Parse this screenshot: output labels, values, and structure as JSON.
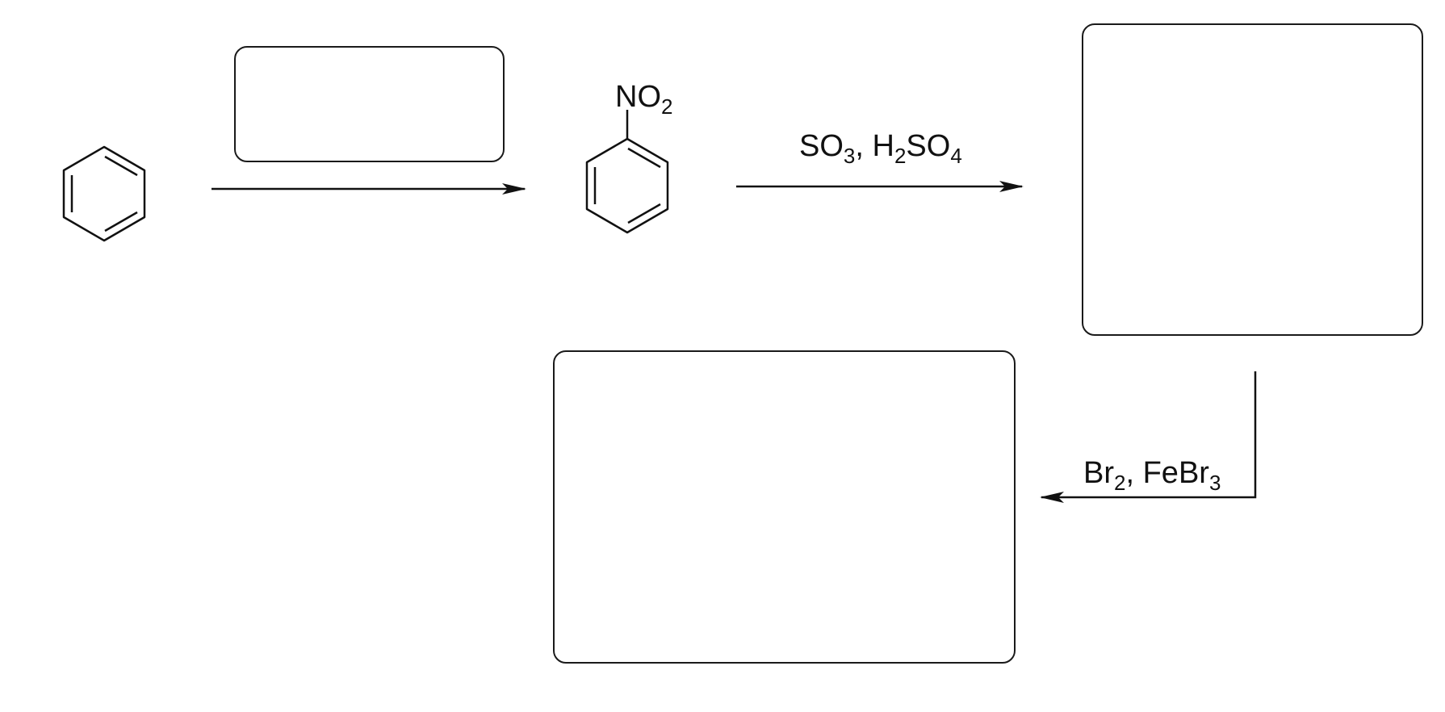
{
  "scheme": {
    "substituent_group": {
      "main": "NO",
      "sub": "2"
    },
    "step2_reagents": {
      "r1_main": "SO",
      "r1_sub": "3",
      "separator": ", ",
      "r2_a": "H",
      "r2_a_sub": "2",
      "r2_b": "SO",
      "r2_b_sub": "4"
    },
    "step3_reagents": {
      "r1_main": "Br",
      "r1_sub": "2",
      "separator": ", ",
      "r2_main": "FeBr",
      "r2_sub": "3"
    }
  }
}
